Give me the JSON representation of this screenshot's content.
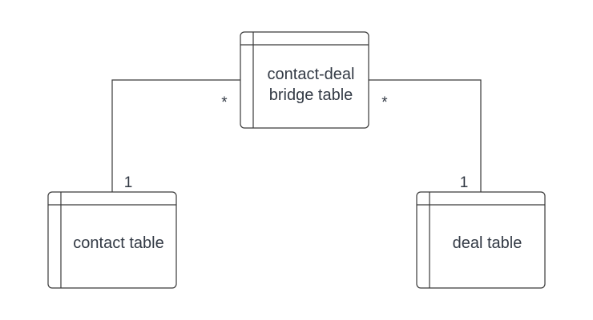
{
  "entities": {
    "bridge": {
      "line1": "contact-deal",
      "line2": "bridge table"
    },
    "contact": {
      "label": "contact table"
    },
    "deal": {
      "label": "deal table"
    }
  },
  "relationships": {
    "contact_bridge": {
      "one_end": "1",
      "many_end": "*"
    },
    "deal_bridge": {
      "one_end": "1",
      "many_end": "*"
    }
  },
  "colors": {
    "stroke": "#3a3a3a",
    "text": "#333a45",
    "background": "#ffffff"
  }
}
